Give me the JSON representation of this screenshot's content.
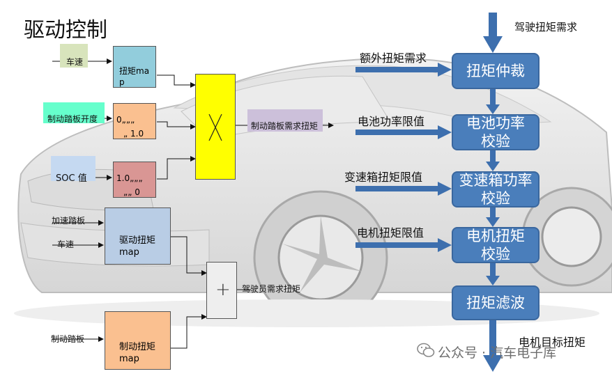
{
  "title": "驱动控制",
  "left": {
    "inputs": {
      "speed1": "车速",
      "brake_opening": "制动踏板开度",
      "soc": "SOC 值",
      "accel": "加速踏板",
      "speed2": "车速",
      "brake": "制动踏板"
    },
    "blocks": {
      "torque_map": "扭矩map",
      "tbl1_top": "0„„„",
      "tbl1_bot": "„  1.0",
      "tbl2_top": "1.0„„„",
      "tbl2_bot": "„„   0",
      "drive_torque_map": "驱动扭矩map",
      "brake_torque_map": "制动扭矩map",
      "multiply_symbol": "X",
      "sum_symbol": "+"
    },
    "outputs": {
      "brake_pedal_torque": "制动踏板需求扭矩",
      "driver_torque": "驾驶员需求扭矩"
    }
  },
  "right": {
    "top_input": "驾驶扭矩需求",
    "side_inputs": [
      "额外扭矩需求",
      "电池功率限值",
      "变速箱扭矩限值",
      "电机扭矩限值"
    ],
    "boxes": [
      "扭矩仲裁",
      "电池功率校验",
      "变速箱功率校验",
      "电机扭矩校验",
      "扭矩滤波"
    ],
    "output": "电机目标扭矩"
  },
  "watermark": "公众号 · 汽车电子库",
  "colors": {
    "blue_box": "#4a7ebb",
    "arrow_blue": "#3d6fae",
    "torque_map_fill": "#92cddc",
    "table1_fill": "#fac090",
    "table2_fill": "#d99694",
    "multiplier_fill": "#ffff00",
    "drive_map_fill": "#b9cde5",
    "brake_map_fill": "#fac090"
  }
}
